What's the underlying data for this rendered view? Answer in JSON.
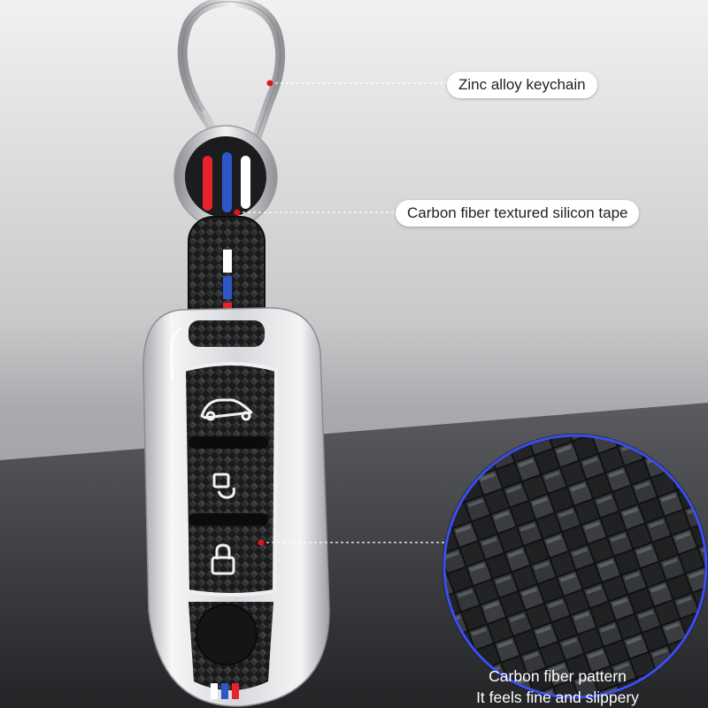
{
  "callouts": {
    "keychain": "Zinc alloy keychain",
    "tape": "Carbon fiber textured silicon tape"
  },
  "caption": {
    "line1": "Carbon fiber pattern",
    "line2": "It feels fine and slippery"
  },
  "colors": {
    "marker_red": "#e0141e",
    "stripe_red": "#e8232b",
    "stripe_blue": "#2f56c6",
    "stripe_white": "#ffffff",
    "callout_pill_bg": "#ffffff",
    "zoom_ring": "#3b4ff0",
    "shell_silver": "#d9dbdf"
  },
  "icons": [
    "trunk-open-icon",
    "unlock-icon",
    "lock-icon"
  ]
}
